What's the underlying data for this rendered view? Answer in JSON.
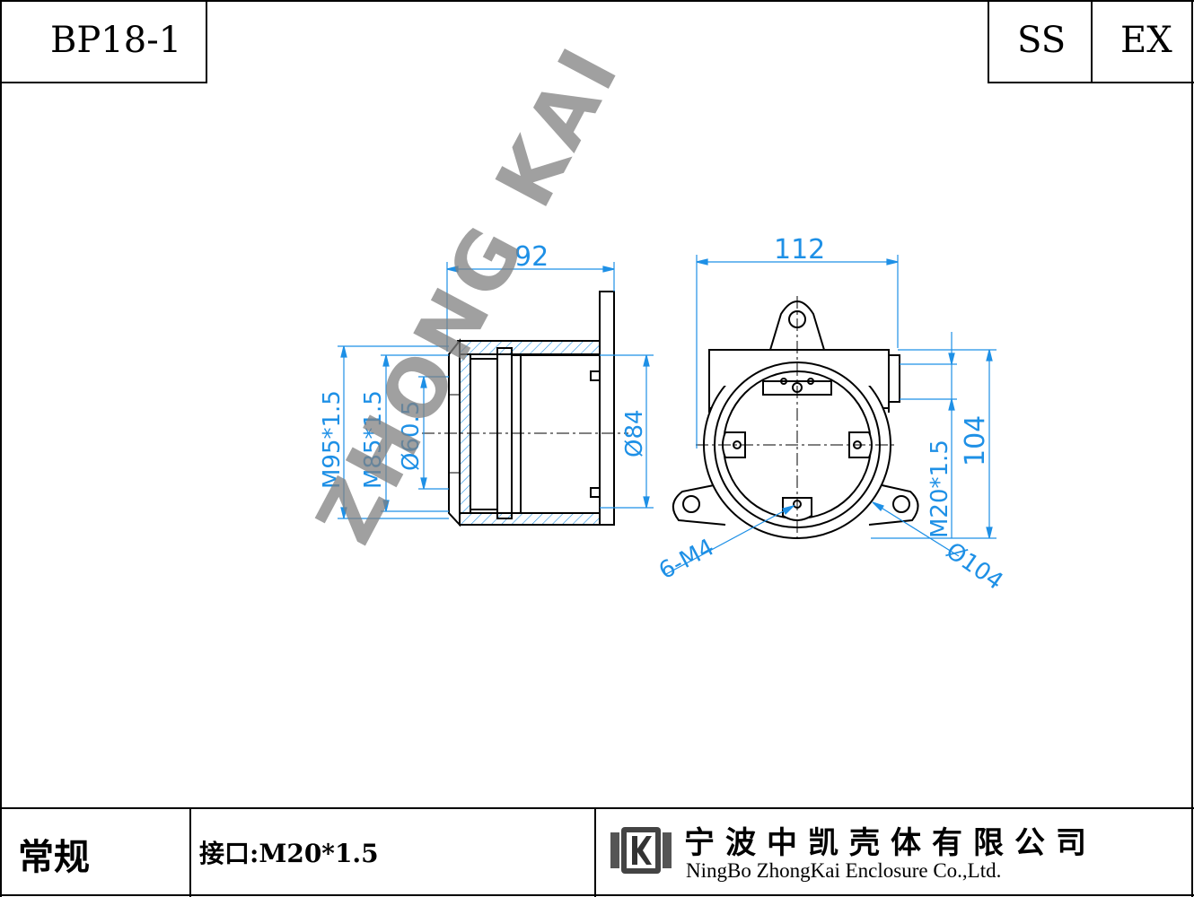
{
  "title_block": {
    "model": "BP18-1",
    "tag_1": "SS",
    "tag_2": "EX"
  },
  "drawing": {
    "watermark": "ZHONG KAI",
    "side_view": {
      "width_dim": "92",
      "thread_outer": "M95*1.5",
      "thread_inner": "M85*1.5",
      "bore_dia": "Ø60.5",
      "body_dia": "Ø84"
    },
    "front_view": {
      "width_dim": "112",
      "height_dim": "104",
      "entry_thread": "M20*1.5",
      "mount_holes": "6-M4",
      "body_dia": "Ø104"
    },
    "line_color": "#000000",
    "dimension_color": "#1e90e6",
    "watermark_color": "#808080"
  },
  "footer": {
    "type": "常规",
    "interface": "接口:M20*1.5",
    "company_cn": "宁波中凯壳体有限公司",
    "company_en": "NingBo ZhongKai Enclosure Co.,Ltd.",
    "logo_icon": "zk-logo-icon"
  }
}
